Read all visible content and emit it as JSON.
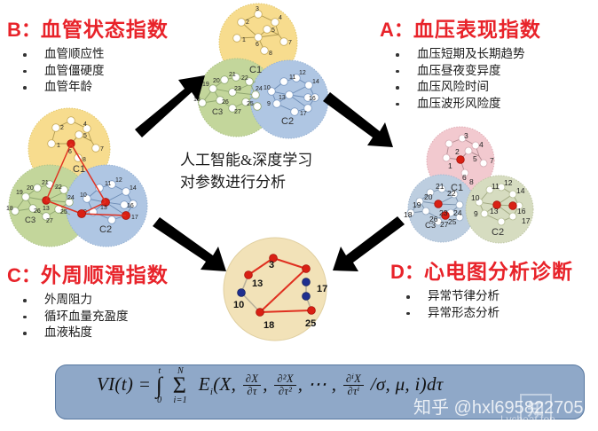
{
  "slide": {
    "center_caption_line1": "人工智能&深度学习",
    "center_caption_line2": "对参数进行分析"
  },
  "panels": {
    "B": {
      "letter": "B：",
      "title": "血管状态指数",
      "bullets": [
        "血管顺应性",
        "血管僵硬度",
        "血管年龄"
      ]
    },
    "A": {
      "letter": "A：",
      "title": "血压表现指数",
      "bullets": [
        "血压短期及长期趋势",
        "血压昼夜变异度",
        "血压风险时间",
        "血压波形风险度"
      ]
    },
    "C": {
      "letter": "C：",
      "title": "外周顺滑指数",
      "bullets": [
        "外周阻力",
        "循环血量充盈度",
        "血液粘度"
      ]
    },
    "D": {
      "letter": "D：",
      "title": "心电图分析诊断",
      "bullets": [
        "异常节律分析",
        "异常形态分析"
      ]
    }
  },
  "formula": {
    "lhs": "VI(t) =",
    "integral_lower": "0",
    "integral_upper": "t",
    "sum_lower": "i=1",
    "sum_upper": "N",
    "term_E": "E",
    "term_E_sub": "i",
    "open": "(X,",
    "frac1_num": "∂X",
    "frac1_den": "∂τ",
    "frac2_num": "∂²X",
    "frac2_den": "∂τ²",
    "ellipsis": "⋯ ,",
    "frac3_num": "∂ⁱX",
    "frac3_den": "∂τⁱ",
    "tail": "/σ, μ, i)dτ"
  },
  "watermark": {
    "main": "知乎 @hxl695822705",
    "sub": "| vcbeat.top",
    "badge": "知"
  },
  "colors": {
    "heading_red": "#E8232A",
    "panel_blue": "#8FA8C8",
    "panel_border": "#5878A0",
    "cluster_yellow": "#F7DC8E",
    "cluster_green": "#C3D69B",
    "cluster_blue": "#AFC6E3",
    "cluster_pink": "#F2C9CF",
    "cluster_olive": "#D6DCC0",
    "cluster_tan": "#F2E2B8",
    "node_fill": "#FFFFFF",
    "node_red": "#D92014",
    "node_blue": "#1F2F8F",
    "edge_gray": "#9A9A8A",
    "edge_red": "#E03020",
    "arrow_black": "#000000"
  },
  "clusters": {
    "group_topmid": {
      "label": "top-clean-cluster-group",
      "circles": [
        {
          "name": "C1",
          "color": "yellow"
        },
        {
          "name": "C3",
          "color": "green"
        },
        {
          "name": "C2",
          "color": "blue"
        }
      ],
      "node_labels": [
        "1",
        "2",
        "3",
        "4",
        "5",
        "6",
        "7",
        "8",
        "9",
        "10",
        "11",
        "12",
        "13",
        "14",
        "16",
        "17",
        "18",
        "19",
        "20",
        "21",
        "22",
        "23",
        "24",
        "25",
        "26",
        "27"
      ]
    },
    "group_left": {
      "label": "left-highlighted-cluster-group",
      "circles": [
        {
          "name": "C1",
          "color": "yellow"
        },
        {
          "name": "C3",
          "color": "green"
        },
        {
          "name": "C2",
          "color": "blue"
        }
      ],
      "highlighted_nodes": [
        "6",
        "13",
        "25",
        "17"
      ],
      "node_labels": [
        "1",
        "2",
        "4",
        "5",
        "6",
        "7",
        "8",
        "9",
        "10",
        "11",
        "12",
        "13",
        "14",
        "16",
        "17",
        "18",
        "19",
        "20",
        "21",
        "22",
        "24",
        "25",
        "26",
        "27"
      ]
    },
    "group_right": {
      "label": "right-highlighted-cluster-group",
      "circles": [
        {
          "name": "C1",
          "color": "pink"
        },
        {
          "name": "C3",
          "color": "blue"
        },
        {
          "name": "C2",
          "color": "olive"
        }
      ],
      "highlighted_nodes": [
        "2",
        "20",
        "23",
        "11",
        "16"
      ],
      "node_labels": [
        "1",
        "2",
        "3",
        "4",
        "6",
        "7",
        "8",
        "9",
        "10",
        "11",
        "12",
        "13",
        "14",
        "16",
        "17",
        "18",
        "19",
        "20",
        "21",
        "22",
        "23",
        "24",
        "25",
        "26",
        "27"
      ]
    },
    "bottom_center": {
      "label": "bottom-selected-nodes-cluster",
      "color": "tan",
      "red_nodes": [
        "3",
        "13",
        "18",
        "25"
      ],
      "blue_nodes": [
        "10",
        "17"
      ],
      "node_labels": [
        "3",
        "13",
        "10",
        "18",
        "17",
        "25"
      ]
    }
  },
  "arrows": [
    {
      "name": "arrow-left-to-top",
      "direction": "up-right"
    },
    {
      "name": "arrow-top-to-right",
      "direction": "down-right"
    },
    {
      "name": "arrow-left-to-bottom",
      "direction": "down-right"
    },
    {
      "name": "arrow-right-to-bottom",
      "direction": "down-left"
    }
  ]
}
